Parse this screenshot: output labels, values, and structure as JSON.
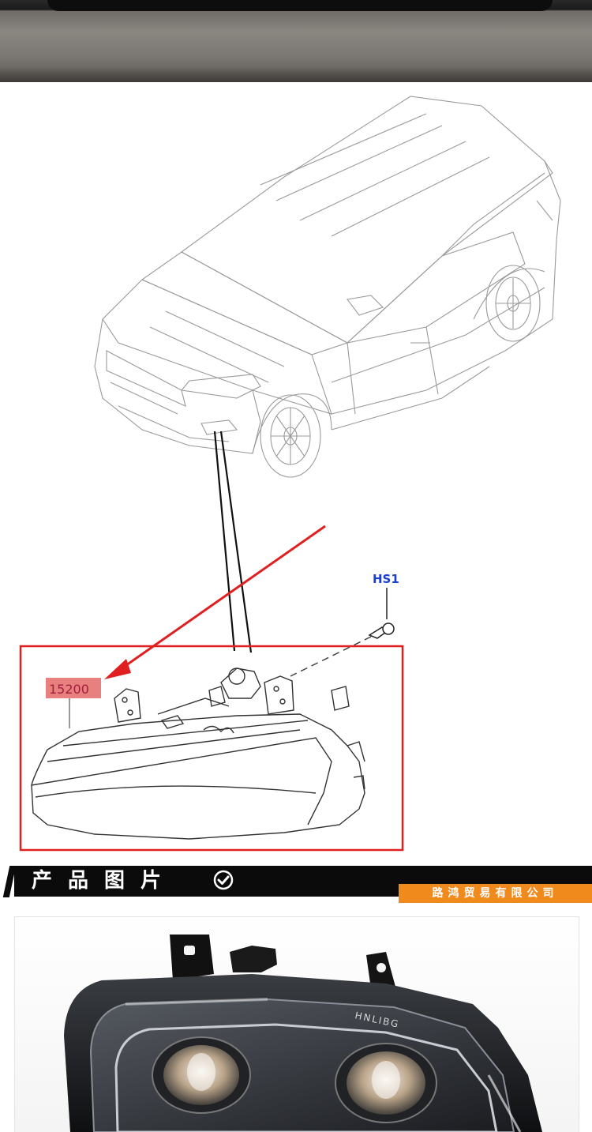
{
  "diagram": {
    "part_number": "15200",
    "fastener_code": "HS1"
  },
  "banner": {
    "title": "产品图片",
    "company": "路鸿贸易有限公司"
  },
  "product": {
    "lens_brand": "HNLIBG"
  },
  "colors": {
    "highlight_red": "#e02020",
    "part_label_bg": "#e88080",
    "part_label_text": "#a0203a",
    "fastener_label_text": "#1a3fd1",
    "company_bg": "#f18a1d",
    "banner_bg": "#0b0b0b"
  }
}
